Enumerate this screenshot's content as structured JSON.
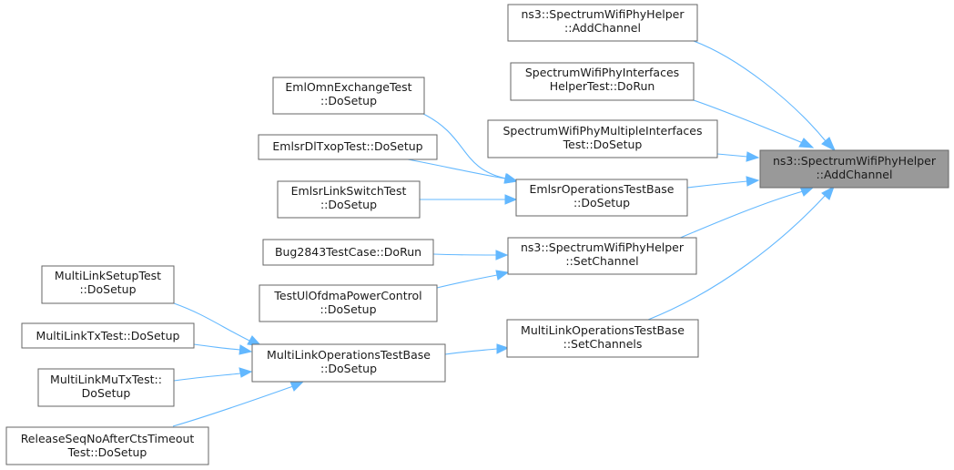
{
  "diagram": {
    "focus_node": {
      "line1": "ns3::SpectrumWifiPhyHelper",
      "line2": "::AddChannel"
    },
    "nodes": {
      "n_add_channel_top": {
        "line1": "ns3::SpectrumWifiPhyHelper",
        "line2": "::AddChannel"
      },
      "n_interfaces_helper": {
        "line1": "SpectrumWifiPhyInterfaces",
        "line2": "HelperTest::DoRun"
      },
      "n_multiple_interfaces": {
        "line1": "SpectrumWifiPhyMultipleInterfaces",
        "line2": "Test::DoSetup"
      },
      "n_eml_omn": {
        "line1": "EmlOmnExchangeTest",
        "line2": "::DoSetup"
      },
      "n_emlsr_dl": {
        "line1": "EmlsrDlTxopTest::DoSetup"
      },
      "n_emlsr_link_switch": {
        "line1": "EmlsrLinkSwitchTest",
        "line2": "::DoSetup"
      },
      "n_emlsr_ops": {
        "line1": "EmlsrOperationsTestBase",
        "line2": "::DoSetup"
      },
      "n_bug2843": {
        "line1": "Bug2843TestCase::DoRun"
      },
      "n_set_channel": {
        "line1": "ns3::SpectrumWifiPhyHelper",
        "line2": "::SetChannel"
      },
      "n_ul_ofdma": {
        "line1": "TestUlOfdmaPowerControl",
        "line2": "::DoSetup"
      },
      "n_ml_setup": {
        "line1": "MultiLinkSetupTest",
        "line2": "::DoSetup"
      },
      "n_ml_tx": {
        "line1": "MultiLinkTxTest::DoSetup"
      },
      "n_ml_mu_tx": {
        "line1": "MultiLinkMuTxTest::",
        "line2": "DoSetup"
      },
      "n_release_seq": {
        "line1": "ReleaseSeqNoAfterCtsTimeout",
        "line2": "Test::DoSetup"
      },
      "n_ml_ops_dosetup": {
        "line1": "MultiLinkOperationsTestBase",
        "line2": "::DoSetup"
      },
      "n_ml_ops_setchannels": {
        "line1": "MultiLinkOperationsTestBase",
        "line2": "::SetChannels"
      }
    },
    "edges": [
      {
        "from": "n_add_channel_top",
        "to": "focus"
      },
      {
        "from": "n_interfaces_helper",
        "to": "focus"
      },
      {
        "from": "n_multiple_interfaces",
        "to": "focus"
      },
      {
        "from": "n_emlsr_ops",
        "to": "focus"
      },
      {
        "from": "n_set_channel",
        "to": "focus"
      },
      {
        "from": "n_ml_ops_setchannels",
        "to": "focus"
      },
      {
        "from": "n_eml_omn",
        "to": "n_emlsr_ops"
      },
      {
        "from": "n_emlsr_dl",
        "to": "n_emlsr_ops"
      },
      {
        "from": "n_emlsr_link_switch",
        "to": "n_emlsr_ops"
      },
      {
        "from": "n_bug2843",
        "to": "n_set_channel"
      },
      {
        "from": "n_ul_ofdma",
        "to": "n_set_channel"
      },
      {
        "from": "n_ml_ops_dosetup",
        "to": "n_ml_ops_setchannels"
      },
      {
        "from": "n_ml_setup",
        "to": "n_ml_ops_dosetup"
      },
      {
        "from": "n_ml_tx",
        "to": "n_ml_ops_dosetup"
      },
      {
        "from": "n_ml_mu_tx",
        "to": "n_ml_ops_dosetup"
      },
      {
        "from": "n_release_seq",
        "to": "n_ml_ops_dosetup"
      }
    ],
    "colors": {
      "edge": "#63b8ff",
      "focus_fill": "#999999",
      "node_border": "#666666",
      "node_fill": "#ffffff",
      "text": "#1a1a1a"
    }
  }
}
